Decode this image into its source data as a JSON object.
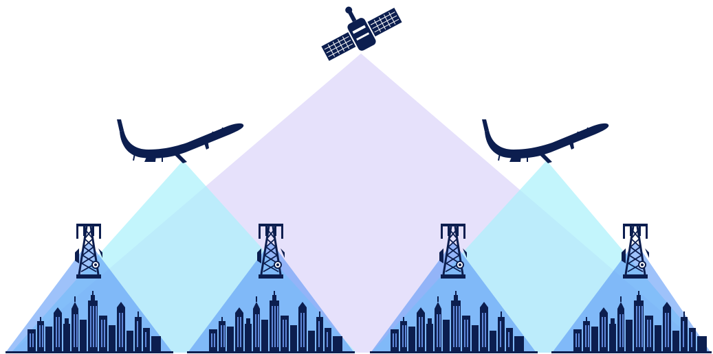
{
  "colors": {
    "background": "#ffffff",
    "navy": "#0c1e4f",
    "satellite_beam": "#e3defb",
    "aircraft_beam": "#a9f1fb",
    "tower_beam": "#4f8ff5",
    "overlap": "#9fc8f7",
    "ground_line": "#0c1e4f"
  },
  "diagram": {
    "layers": [
      "satellite",
      "aircraft",
      "cell-towers",
      "city-skylines"
    ],
    "counts": {
      "satellites": 1,
      "aircraft": 2,
      "cell_towers": 4,
      "city_skylines": 4
    },
    "icons": {
      "satellite": "satellite-icon",
      "aircraft": "solar-aircraft-icon",
      "tower": "cell-tower-icon",
      "city": "city-skyline-icon"
    }
  }
}
